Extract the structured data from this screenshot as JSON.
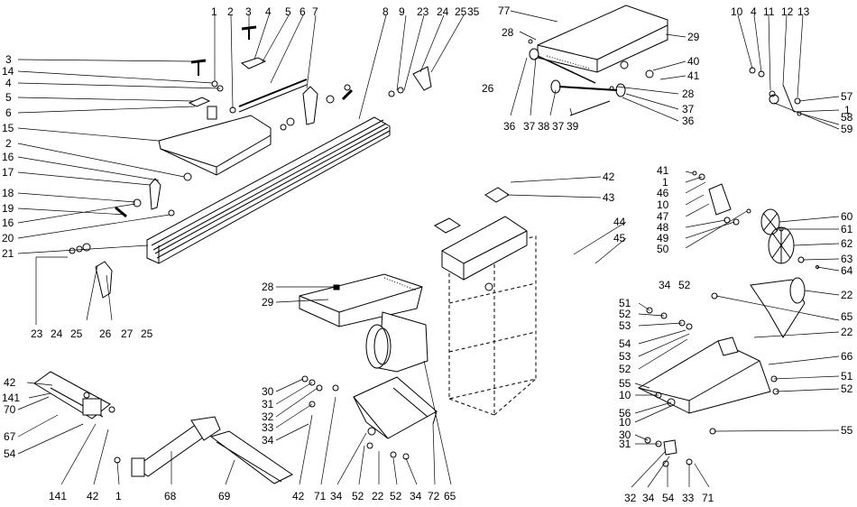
{
  "diagram": {
    "type": "exploded-parts-view",
    "part_numbers": [
      "1",
      "2",
      "3",
      "4",
      "5",
      "6",
      "7",
      "8",
      "9",
      "10",
      "11",
      "12",
      "13",
      "14",
      "15",
      "16",
      "17",
      "18",
      "19",
      "20",
      "21",
      "22",
      "23",
      "24",
      "25",
      "26",
      "27",
      "28",
      "29",
      "30",
      "31",
      "32",
      "33",
      "34",
      "35",
      "36",
      "37",
      "38",
      "39",
      "40",
      "41",
      "42",
      "43",
      "44",
      "45",
      "46",
      "47",
      "48",
      "49",
      "50",
      "51",
      "52",
      "53",
      "54",
      "55",
      "56",
      "57",
      "58",
      "59",
      "60",
      "61",
      "62",
      "63",
      "64",
      "65",
      "66",
      "67",
      "68",
      "69",
      "70",
      "71",
      "72",
      "77",
      "141"
    ]
  },
  "callouts": {
    "top_mid": [
      "1",
      "2",
      "3",
      "4",
      "5",
      "6",
      "7",
      "8",
      "9",
      "23",
      "24",
      "25",
      "35"
    ],
    "left_column": [
      "3",
      "14",
      "4",
      "5",
      "6",
      "15",
      "2",
      "16",
      "17",
      "18",
      "19",
      "16",
      "20",
      "21"
    ],
    "mid_left_bottom": [
      "23",
      "24",
      "25",
      "26",
      "27",
      "25"
    ],
    "bottom_left_col": [
      "42",
      "141",
      "70",
      "67",
      "54"
    ],
    "bottom_left_row": [
      "141",
      "42",
      "1",
      "68",
      "69"
    ],
    "mid_table": [
      "28",
      "29",
      "30",
      "31",
      "32",
      "33",
      "34"
    ],
    "mid_bottom_row": [
      "42",
      "71",
      "34",
      "52",
      "22",
      "52",
      "34",
      "72",
      "65"
    ],
    "top_right_center": [
      "77",
      "28",
      "26",
      "29",
      "40",
      "41",
      "28",
      "37",
      "36"
    ],
    "top_right_center_row": [
      "36",
      "37",
      "38",
      "37",
      "39"
    ],
    "top_right": [
      "10",
      "4",
      "11",
      "12",
      "13",
      "57",
      "1",
      "58",
      "59"
    ],
    "cabinet": [
      "42",
      "43",
      "44",
      "45"
    ],
    "right_mid": [
      "41",
      "1",
      "46",
      "10",
      "47",
      "48",
      "49",
      "50",
      "60",
      "61",
      "62",
      "63",
      "64"
    ],
    "right_lower_left": [
      "51",
      "52",
      "34",
      "52",
      "53",
      "54",
      "53",
      "52",
      "55",
      "10",
      "56",
      "10",
      "30",
      "31"
    ],
    "right_lower_right": [
      "22",
      "65",
      "22",
      "66",
      "51",
      "52",
      "55"
    ],
    "right_bottom_row": [
      "32",
      "34",
      "54",
      "33",
      "71"
    ]
  }
}
